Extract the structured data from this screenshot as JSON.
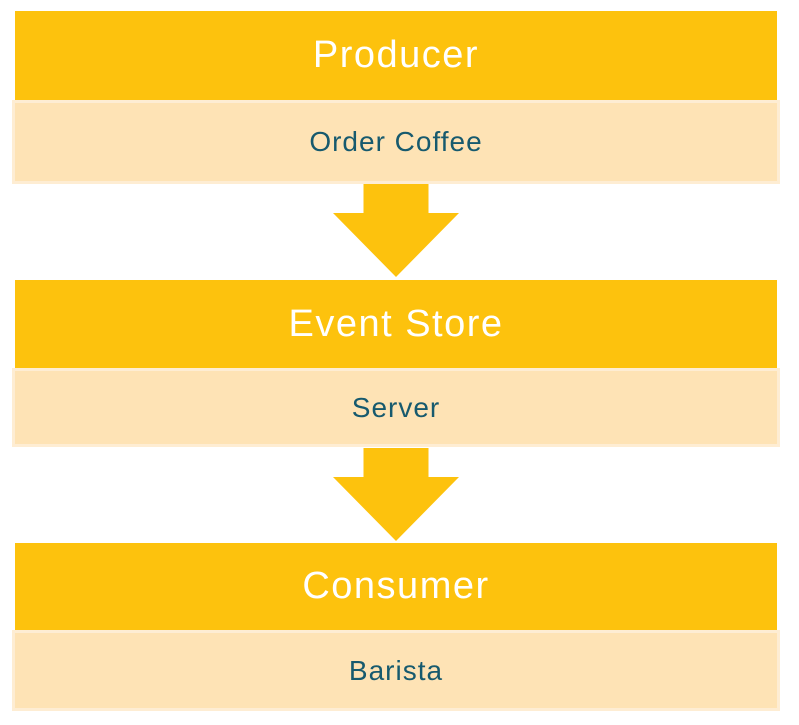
{
  "diagram": {
    "type": "vertical-flow",
    "colors": {
      "header_bg": "#FDC20D",
      "header_text": "#FFFFFF",
      "body_bg": "#FEE3B5",
      "body_border": "#FEEDD3",
      "body_text": "#175A6E",
      "arrow": "#FDC20D",
      "background": "#FFFFFF"
    },
    "nodes": [
      {
        "title": "Producer",
        "subtitle": "Order Coffee"
      },
      {
        "title": "Event Store",
        "subtitle": "Server"
      },
      {
        "title": "Consumer",
        "subtitle": "Barista"
      }
    ],
    "connectors": [
      {
        "icon": "down-arrow",
        "from": "Producer",
        "to": "Event Store"
      },
      {
        "icon": "down-arrow",
        "from": "Event Store",
        "to": "Consumer"
      }
    ]
  }
}
